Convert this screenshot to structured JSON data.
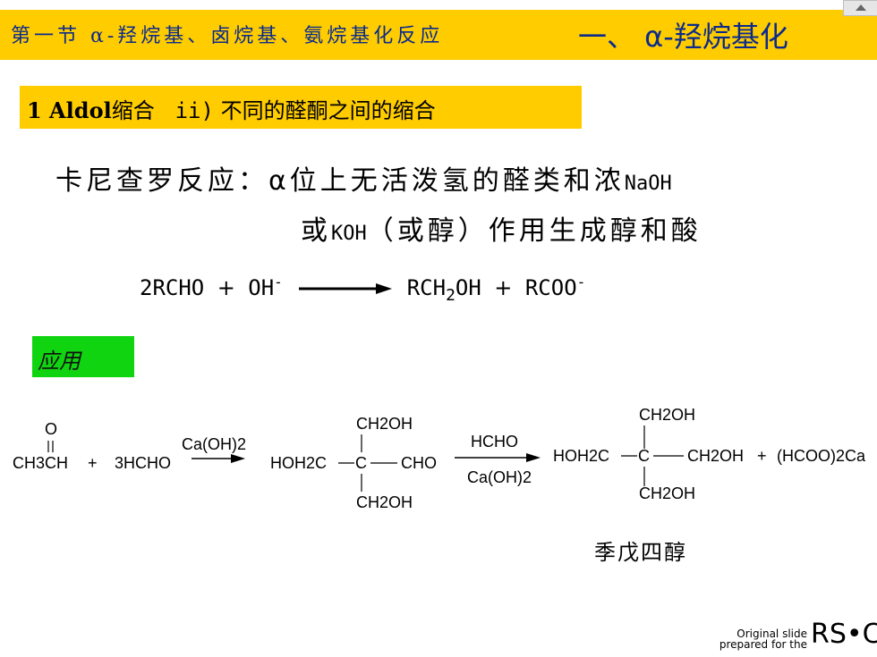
{
  "header": {
    "title_left": "第一节 α-羟烷基、卤烷基、氨烷基化反应",
    "title_right": "一、 α-羟烷基化"
  },
  "section": {
    "number": "1 Aldol",
    "label": "缩合",
    "sub": "ii)",
    "text": "不同的醛酮之间的缩合"
  },
  "main": {
    "line1": "卡尼查罗反应：",
    "alpha": "α",
    "line1b": "位上无活泼氢的醛类和浓",
    "naoh": "NaOH",
    "or": "或",
    "koh": "KOH",
    "line2": "（或醇）作用生成醇和酸"
  },
  "equation": {
    "reactant1": "2RCHO",
    "plus1": "+",
    "reactant2": "OH",
    "minus": "-",
    "product1": "RCH",
    "sub2": "2",
    "product1b": "OH",
    "plus2": "+",
    "product2": "RCOO",
    "minus2": "-"
  },
  "application": {
    "label": "应用"
  },
  "scheme": {
    "r1_top": "O",
    "r1": "CH3CH",
    "plus1": "+",
    "r2": "3HCHO",
    "cond1": "Ca(OH)2",
    "int_top": "CH2OH",
    "int_left": "HOH2C",
    "int_c": "C",
    "int_right": "CHO",
    "int_bottom": "CH2OH",
    "cond2_top": "HCHO",
    "cond2_bottom": "Ca(OH)2",
    "p_top": "CH2OH",
    "p_left": "HOH2C",
    "p_c": "C",
    "p_right": "CH2OH",
    "p_bottom": "CH2OH",
    "plus2": "+",
    "byproduct": "(HCOO)2Ca"
  },
  "product_name": "季戊四醇",
  "footer": {
    "line1": "Original slide",
    "line2": "prepared for the",
    "logo": "RS•C"
  }
}
